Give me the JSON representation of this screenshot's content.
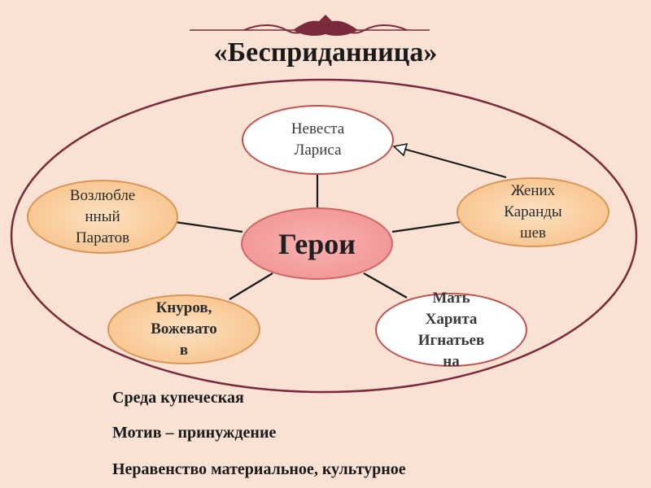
{
  "title": "«Бесприданница»",
  "nodes": {
    "center": "Герои",
    "bride": "Невеста\nЛариса",
    "beloved": "Возлюбле\nнный\nПаратов",
    "groom": "Жених\nКаранды\nшев",
    "others": "Кнуров,\nВожевато\nв",
    "mother": "Мать\nХарита\nИгнатьев\nна"
  },
  "notes": [
    "Среда купеческая",
    "Мотив – принуждение",
    "Неравенство материальное, культурное"
  ],
  "colors": {
    "background": "#f9e2d3",
    "outer_ellipse": "#7a2a3a",
    "orange_fill": "#f8c48d",
    "center_fill": "#f29a9a",
    "white_border": "#c0504d",
    "ornament": "#7a2a3a"
  }
}
